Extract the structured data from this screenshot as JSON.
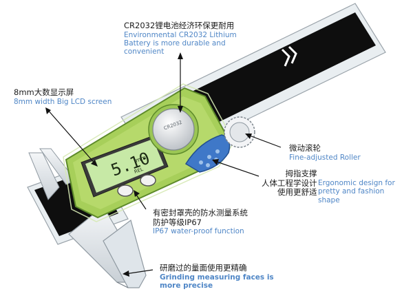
{
  "annotations": {
    "battery": {
      "cn": "CR2032锂电池经济环保更耐用",
      "en_line1": "Environmental CR2032 Lithium",
      "en_line2": "Battery is more durable and",
      "en_line3": "convenient"
    },
    "lcd": {
      "cn": "8mm大数显示屏",
      "en": "8mm width Big LCD screen"
    },
    "roller": {
      "cn": "微动滚轮",
      "en": "Fine-adjusted Roller"
    },
    "thumb": {
      "cn_line1": "拇指支撑",
      "cn_line2": "人体工程学设计",
      "cn_line3": "使用更舒适",
      "en_line1": "Ergonomic design for",
      "en_line2": "pretty and fashion",
      "en_line3": "shape"
    },
    "waterproof": {
      "cn_line1": "有密封罩壳的防水测量系统",
      "cn_line2": "防护等级IP67",
      "en": "IP67 water-proof function"
    },
    "faces": {
      "cn": "研磨过的量面使用更精确",
      "en_line1": "Grinding measuring faces is",
      "en_line2": "more precise"
    }
  },
  "device": {
    "lcd_reading": "5.10",
    "lcd_unit": "mm",
    "lcd_mode": "REL",
    "battery_text": "CR2032",
    "colors": {
      "housing": "#a7cf5a",
      "lcd": "#c7e9a6",
      "thumbwheel": "#3f78c8",
      "beam": "#0e0e0e"
    }
  }
}
